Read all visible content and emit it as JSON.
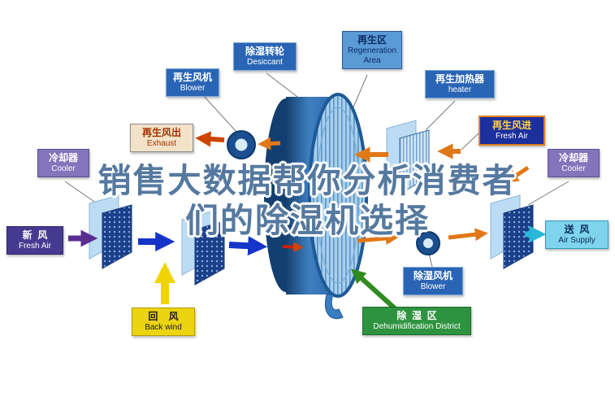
{
  "title": {
    "line1": "销售大数据帮你分析消费者",
    "line2": "们的除湿机选择"
  },
  "labels": {
    "regen_blower": {
      "zh": "再生风机",
      "en": "Blower"
    },
    "desiccant_wheel": {
      "zh": "除湿转轮",
      "en": "Desiccant"
    },
    "regen_area": {
      "zh": "再生区",
      "en": "Regeneration Area"
    },
    "regen_heater": {
      "zh": "再生加热器",
      "en": "heater"
    },
    "regen_exhaust": {
      "zh": "再生风出",
      "en": "Exhaust"
    },
    "regen_inlet": {
      "zh": "再生风进",
      "en": "Fresh Air"
    },
    "cooler_left": {
      "zh": "冷却器",
      "en": "Cooler"
    },
    "cooler_right": {
      "zh": "冷却器",
      "en": "Cooler"
    },
    "fresh_air": {
      "zh": "新  风",
      "en": "Fresh Air"
    },
    "air_supply": {
      "zh": "送  风",
      "en": "Air Supply"
    },
    "back_wind": {
      "zh": "回    风",
      "en": "Back wind"
    },
    "dehumid_blower": {
      "zh": "除湿风机",
      "en": "Blower"
    },
    "dehumid_district": {
      "zh": "除  湿  区",
      "en": "Dehumidification District"
    }
  },
  "colors": {
    "label_blue": "#2a65b5",
    "label_area_bg": "#5b9bd5",
    "exhaust_bg": "#f2e3c8",
    "exhaust_text": "#a33000",
    "inlet_bg": "#1b2f9e",
    "inlet_border": "#e08020",
    "inlet_text": "#ffd24a",
    "purple": "#8474bc",
    "indigo": "#463a90",
    "cyan": "#7ed4ec",
    "yellow": "#ecd410",
    "green": "#2e9340",
    "title_text": "#55799f",
    "wheel_dark": "#15406f",
    "wheel_light": "#a9d0ec",
    "arrow_orange": "#e07818",
    "arrow_red": "#cc4400",
    "arrow_blue": "#1535c8",
    "arrow_purple": "#5a2d91",
    "arrow_yellow": "#f0d400",
    "arrow_cyan": "#28b8d8",
    "arrow_green": "#2f8a1f"
  }
}
